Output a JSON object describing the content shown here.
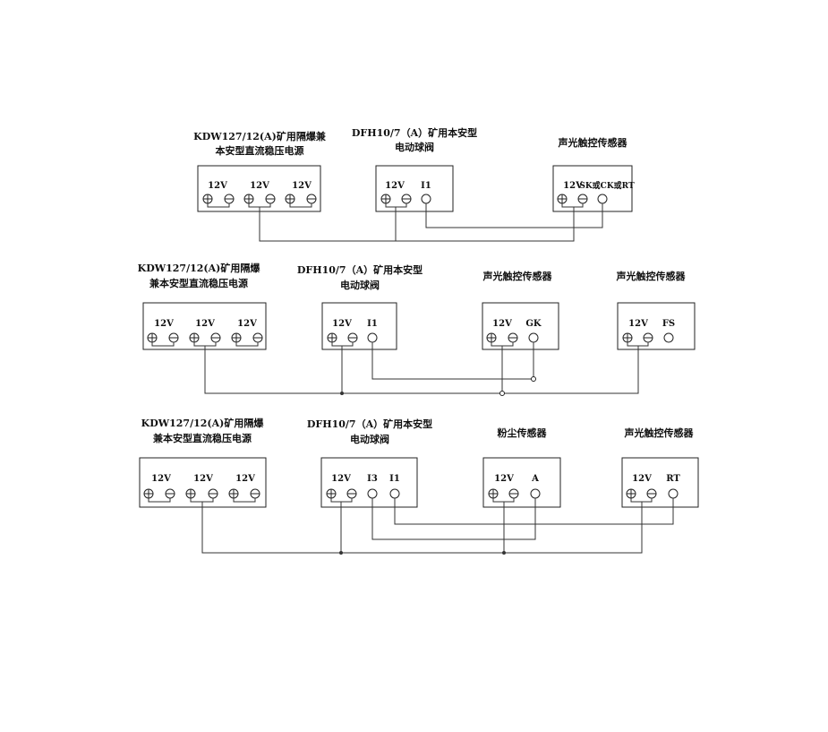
{
  "diagram": {
    "rows": [
      {
        "power_supply": {
          "title_line1": "KDW127/12(A)矿用隔爆兼",
          "title_line2": "本安型直流稳压电源",
          "terminals": [
            "12V",
            "12V",
            "12V"
          ]
        },
        "valve": {
          "title_line1": "DFH10/7（A）矿用本安型",
          "title_line2": "电动球阀",
          "terminals": [
            "12V",
            "I1"
          ]
        },
        "sensors": [
          {
            "title": "声光触控传感器",
            "terminals": [
              "12V",
              "SK或CK或RT"
            ]
          }
        ]
      },
      {
        "power_supply": {
          "title_line1": "KDW127/12(A)矿用隔爆",
          "title_line2": "兼本安型直流稳压电源",
          "terminals": [
            "12V",
            "12V",
            "12V"
          ]
        },
        "valve": {
          "title_line1": "DFH10/7（A）矿用本安型",
          "title_line2": "电动球阀",
          "terminals": [
            "12V",
            "I1"
          ]
        },
        "sensors": [
          {
            "title": "声光触控传感器",
            "terminals": [
              "12V",
              "GK"
            ]
          },
          {
            "title": "声光触控传感器",
            "terminals": [
              "12V",
              "FS"
            ]
          }
        ]
      },
      {
        "power_supply": {
          "title_line1": "KDW127/12(A)矿用隔爆",
          "title_line2": "兼本安型直流稳压电源",
          "terminals": [
            "12V",
            "12V",
            "12V"
          ]
        },
        "valve": {
          "title_line1": "DFH10/7（A）矿用本安型",
          "title_line2": "电动球阀",
          "terminals": [
            "12V",
            "I3",
            "I1"
          ]
        },
        "sensors": [
          {
            "title": "粉尘传感器",
            "terminals": [
              "12V",
              "A"
            ]
          },
          {
            "title": "声光触控传感器",
            "terminals": [
              "12V",
              "RT"
            ]
          }
        ]
      }
    ]
  }
}
